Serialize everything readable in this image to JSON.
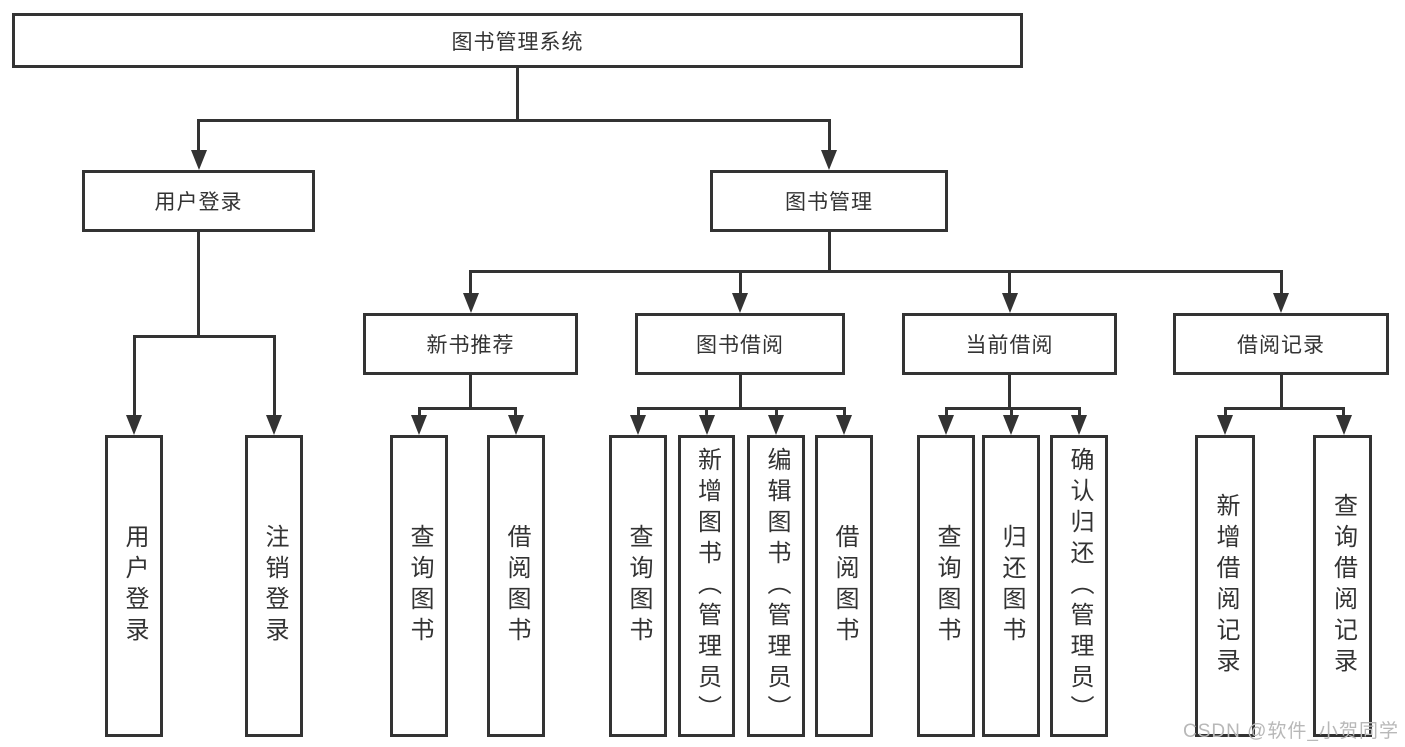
{
  "tree": {
    "root": {
      "label": "图书管理系统",
      "children": {
        "user_login": {
          "label": "用户登录",
          "children": {
            "login": {
              "label": "用户登录"
            },
            "logout": {
              "label": "注销登录"
            }
          }
        },
        "book_mgmt": {
          "label": "图书管理",
          "children": {
            "new_books": {
              "label": "新书推荐",
              "children": {
                "query_books": {
                  "label": "查询图书"
                },
                "borrow_books": {
                  "label": "借阅图书"
                }
              }
            },
            "book_borrow": {
              "label": "图书借阅",
              "children": {
                "query_books": {
                  "label": "查询图书"
                },
                "add_books": {
                  "label": "新增图书（管理员）"
                },
                "edit_books": {
                  "label": "编辑图书（管理员）"
                },
                "borrow_books": {
                  "label": "借阅图书"
                }
              }
            },
            "current_borrow": {
              "label": "当前借阅",
              "children": {
                "query_books": {
                  "label": "查询图书"
                },
                "return_books": {
                  "label": "归还图书"
                },
                "confirm_return": {
                  "label": "确认归还（管理员）"
                }
              }
            },
            "borrow_records": {
              "label": "借阅记录",
              "children": {
                "add_record": {
                  "label": "新增借阅记录"
                },
                "query_record": {
                  "label": "查询借阅记录"
                }
              }
            }
          }
        }
      }
    }
  },
  "watermark": {
    "text": "CSDN @软件_小贺同学"
  },
  "colors": {
    "line": "#333333",
    "text": "#333333",
    "box_background": "#ffffff",
    "watermark_text": "#b8b8b8"
  }
}
